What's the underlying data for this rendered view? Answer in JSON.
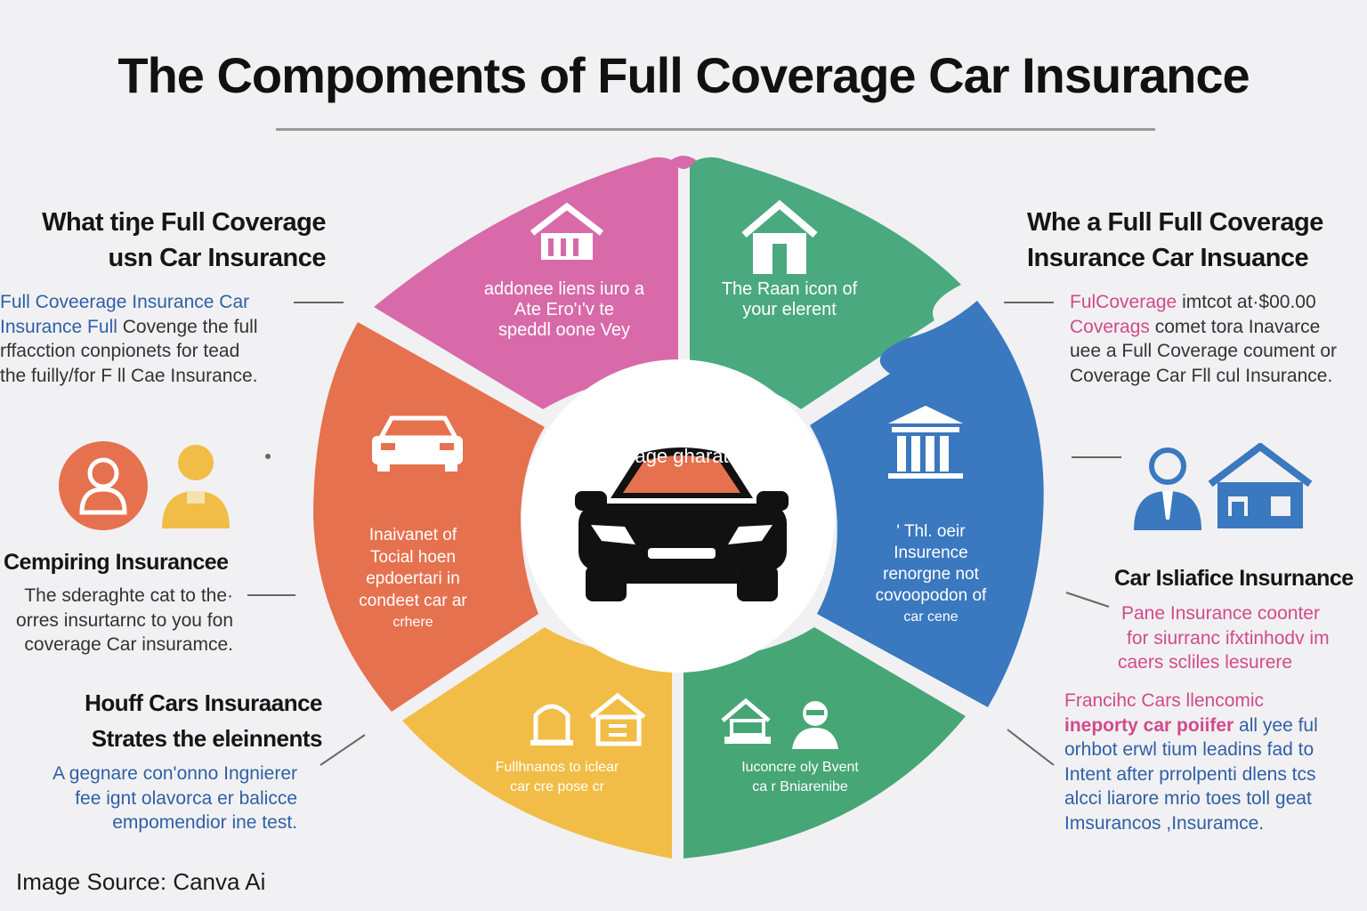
{
  "title": "The Compoments of Full Coverage Car Insurance",
  "source": "Image Source:  Canva Ai",
  "colors": {
    "pink": "#d86aa9",
    "green": "#4aa97f",
    "blue": "#3a78bf",
    "orange": "#e6714f",
    "yellow": "#f1bd46",
    "green2": "#47a676",
    "dark": "#111111"
  },
  "left": {
    "block1": {
      "heading": [
        "What tiŋe Full Coverage",
        "usn Car Insurance"
      ],
      "lines": [
        {
          "a": "Full Coveerage Insurance Car",
          "b": ""
        },
        {
          "a": "Insurance Full",
          "b": " Covenge the full"
        },
        {
          "a": "",
          "b": "rffacction conpionets for tead"
        },
        {
          "a": "",
          "b": "the fuilly/for F ll Cae Insurance."
        }
      ]
    },
    "block2": {
      "heading": "Cempiring Insurancee",
      "lines": [
        "The sderaghte cat to the·",
        "orres insurtarnc to you fon",
        "coverage Car insuramce."
      ]
    },
    "block3": {
      "heading": [
        "Houff Cars Insuraance",
        "Strates the eleinnents"
      ],
      "lines": [
        "A gegnare con'onno Ingnierer",
        "fee ignt olavorca er balicce",
        "empomendior ine test."
      ]
    }
  },
  "right": {
    "block1": {
      "heading": [
        "Whe a Full Full Coverage",
        "Insurance Car Insuance"
      ],
      "lines": [
        {
          "a": "FulCoverage",
          "b": " imtcot at·$00.00"
        },
        {
          "a": "Coverags",
          "b": " comet tora Inavarce"
        },
        {
          "a": "",
          "b": "uee a Full Coverage coument or"
        },
        {
          "a": "",
          "b": "Coverage Car Fll cul Insurance."
        }
      ]
    },
    "block2": {
      "heading": "Car Isliafice Insurnance",
      "lines": [
        "Pane Insurance coonter",
        "for siurranc ifxtinhodv im",
        "caers scliles lesurere"
      ]
    },
    "block3": {
      "lines": [
        {
          "a": "Francihc Cars llencomic",
          "b": "",
          "c": "pink"
        },
        {
          "a": "ineporty car poiifer",
          "b": " all yee ful",
          "c": "pink"
        },
        {
          "a": "orhbot erwl tium leadins fad to",
          "b": "",
          "c": "blue"
        },
        {
          "a": "Intent after prrolpenti dlens tcs",
          "b": "",
          "c": "blue"
        },
        {
          "a": "alcci liarore mrio toes toll geat",
          "b": "",
          "c": "blue"
        },
        {
          "a": "Imsurancos ,Insuramce.",
          "b": "",
          "c": "blue"
        }
      ]
    }
  },
  "wheel": {
    "pink": [
      "addonee liens iuro a",
      "Ate Ero'ı'v te",
      "speddl oone Vey"
    ],
    "green": [
      "The Raan icon of",
      "your elerent"
    ],
    "blue": [
      "' Thl. oeir",
      "Insurence",
      "renorgne not",
      "covoopodon of",
      "car cene"
    ],
    "orange": [
      "Inaivanet of",
      "Tocial hoen",
      "epdoertari in",
      "condeet car ar",
      "crhere"
    ],
    "yellow": [
      "Fullhnanos to iclear",
      "car cre pose cr"
    ],
    "green2": [
      "Iuconcre oly Bvent",
      "ca r Bniarenibe"
    ],
    "center": "nage gharatı",
    "icons": [
      "house-icon",
      "home-icon",
      "bank-icon",
      "car-front-icon",
      "mailbox-icon",
      "house-doc-icon",
      "house-laptop-icon",
      "agent-icon",
      "car-icon"
    ]
  },
  "side_icons": [
    "person-circle-icon",
    "agent-icon",
    "person-tie-icon",
    "house-icon"
  ]
}
